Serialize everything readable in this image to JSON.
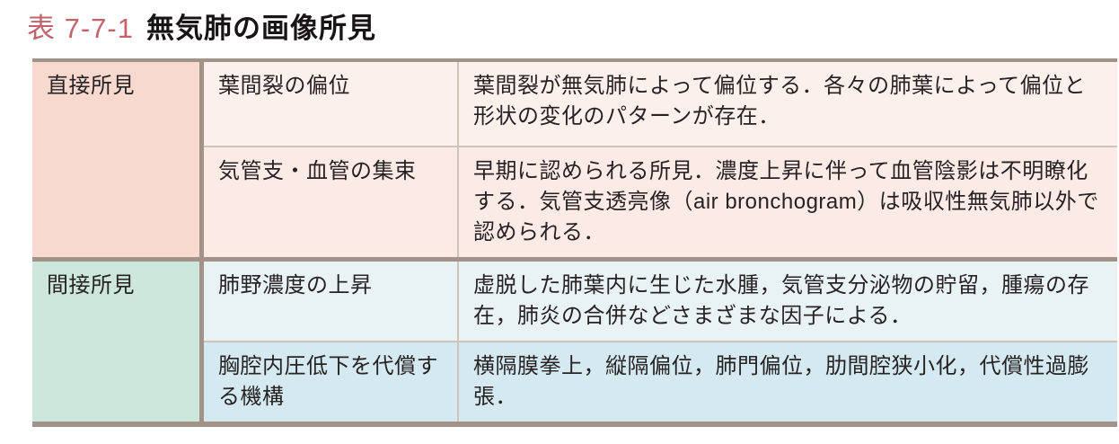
{
  "page": {
    "title_prefix": "表 7-7-1",
    "title": "無気肺の画像所見"
  },
  "colors": {
    "title_prefix": "#c2636b",
    "text": "#272223",
    "border_thick": "#a39288",
    "border_thin": "#cdc4bc",
    "direct_header_bg": "#f8d9cf",
    "direct_row1_bg": "#fcf0ed",
    "direct_row2_bg": "#fbeae5",
    "indirect_header_bg": "#cee7dd",
    "indirect_row1_bg": "#e9f3f4",
    "indirect_row2_bg": "#d4eaf0"
  },
  "table": {
    "sections": [
      {
        "category": "直接所見",
        "rows": [
          {
            "finding": "葉間裂の偏位",
            "description": "葉間裂が無気肺によって偏位する．各々の肺葉によって偏位と形状の変化のパターンが存在．"
          },
          {
            "finding": "気管支・血管の集束",
            "description": "早期に認められる所見．濃度上昇に伴って血管陰影は不明瞭化する．気管支透亮像（air bronchogram）は吸収性無気肺以外で認められる．"
          }
        ]
      },
      {
        "category": "間接所見",
        "rows": [
          {
            "finding": "肺野濃度の上昇",
            "description": "虚脱した肺葉内に生じた水腫，気管支分泌物の貯留，腫瘍の存在，肺炎の合併などさまざまな因子による．"
          },
          {
            "finding": "胸腔内圧低下を代償する機構",
            "description": "横隔膜拳上，縦隔偏位，肺門偏位，肋間腔狭小化，代償性過膨張．"
          }
        ]
      }
    ]
  }
}
